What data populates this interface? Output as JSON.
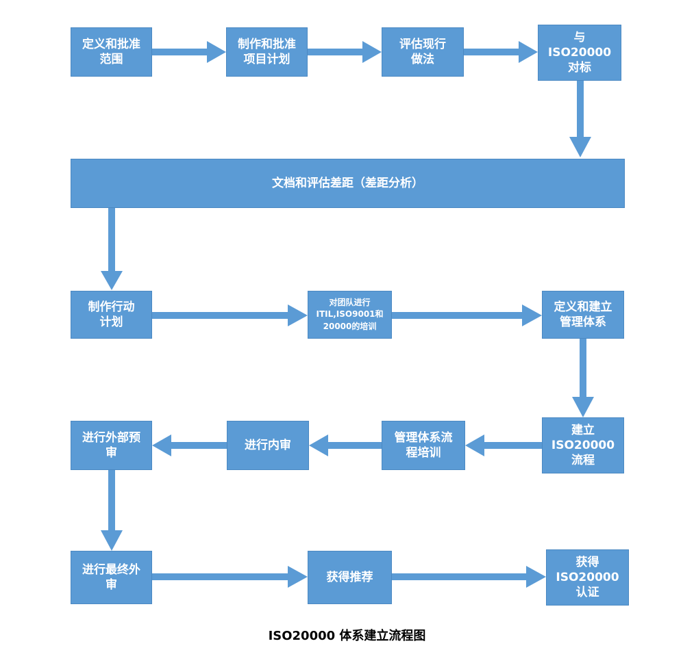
{
  "colors": {
    "box_fill": "#5b9bd5",
    "box_text": "#ffffff",
    "arrow": "#5b9bd5"
  },
  "steps": {
    "define_scope": [
      "定义和批准",
      "范围"
    ],
    "project_plan": [
      "制作和批准",
      "项目计划"
    ],
    "assess_current": [
      "评估现行",
      "做法"
    ],
    "benchmark": [
      "与",
      "ISO20000",
      "对标"
    ],
    "gap_analysis": "文档和评估差距（差距分析）",
    "action_plan": [
      "制作行动",
      "计划"
    ],
    "team_training": [
      "对团队进行",
      "ITIL,ISO9001和",
      "20000的培训"
    ],
    "build_system": [
      "定义和建立",
      "管理体系"
    ],
    "build_process": [
      "建立",
      "ISO20000",
      "流程"
    ],
    "process_training": [
      "管理体系流",
      "程培训"
    ],
    "internal_audit": "进行内审",
    "external_preaudit": [
      "进行外部预",
      "审"
    ],
    "final_audit": [
      "进行最终外",
      "审"
    ],
    "recommendation": "获得推荐",
    "certification": [
      "获得",
      "ISO20000",
      "认证"
    ]
  },
  "caption": "ISO20000 体系建立流程图"
}
